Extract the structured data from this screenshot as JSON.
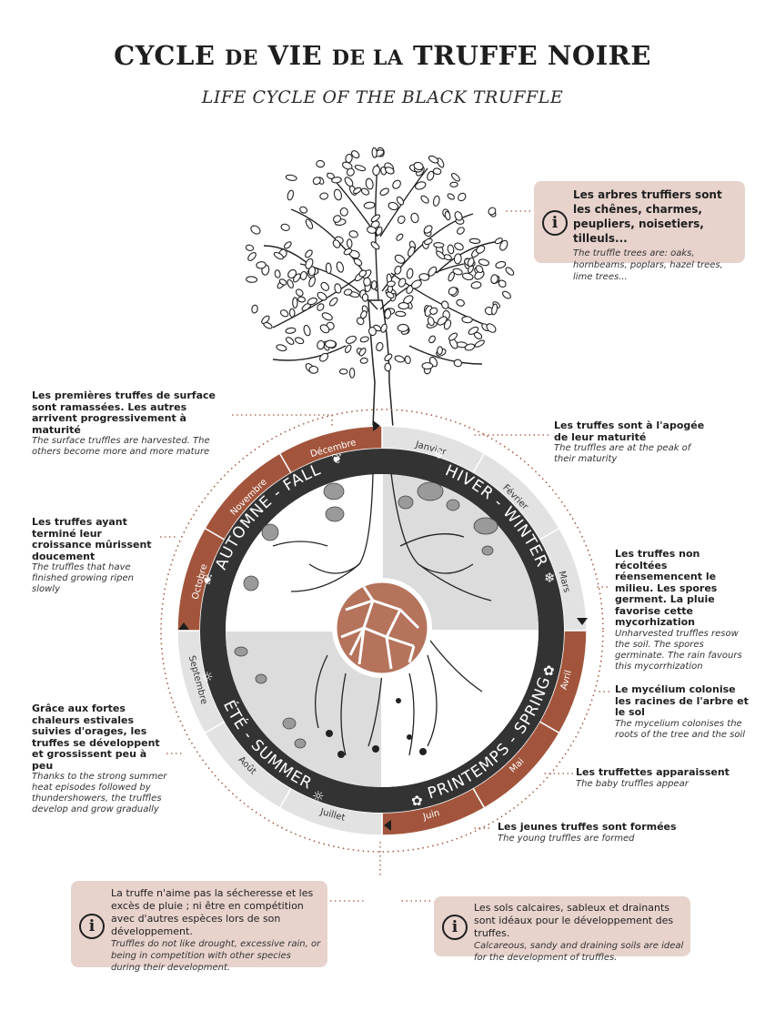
{
  "title": {
    "part1": "CYCLE",
    "part2": "DE",
    "part3": "VIE",
    "part4": "DE LA",
    "part5": "TRUFFE NOIRE"
  },
  "subtitle": "LIFE CYCLE OF THE BLACK TRUFFLE",
  "seasons": {
    "winter": "HIVER - WINTER",
    "spring": "PRINTEMPS - SPRING",
    "summer": "ÉTÉ - SUMMER",
    "fall": "AUTOMNE - FALL"
  },
  "months": [
    "Janvier",
    "Février",
    "Mars",
    "Avril",
    "Mai",
    "Juin",
    "Juillet",
    "Août",
    "Septembre",
    "Octobre",
    "Novembre",
    "Décembre"
  ],
  "notes": {
    "trees": {
      "fr": "Les arbres truffiers sont les chênes, charmes, peupliers, noisetiers, tilleuls...",
      "en": "The truffle trees are: oaks, hornbeams, poplars, hazel trees, lime trees..."
    },
    "december": {
      "fr": "Les premières truffes de surface sont ramassées. Les autres arrivent progressivement à maturité",
      "en": "The surface truffles are harvested. The others become more and more mature"
    },
    "january": {
      "fr": "Les truffes sont à l'apogée de leur maturité",
      "en": "The truffles are at the peak of their maturity"
    },
    "november": {
      "fr": "Les truffes ayant terminé leur croissance mûrissent doucement",
      "en": "The truffles that have finished growing ripen slowly"
    },
    "march": {
      "fr": "Les truffes non récoltées réensemencent le milieu. Les spores germent. La pluie favorise cette mycorhization",
      "en": "Unharvested truffles resow the soil. The spores germinate. The rain favours this mycorrhization"
    },
    "april": {
      "fr": "Le mycélium colonise les racines de l'arbre et le sol",
      "en": "The mycelium colonises the roots of the tree and the soil"
    },
    "summer": {
      "fr": "Grâce aux fortes chaleurs estivales suivies d'orages, les truffes se développent et grossissent peu à peu",
      "en": "Thanks to the strong summer heat episodes followed by thundershowers, the truffles develop and grow gradually"
    },
    "may": {
      "fr": "Les truffettes apparaissent",
      "en": "The baby truffles appear"
    },
    "june": {
      "fr": "Les jeunes truffes sont formées",
      "en": "The young truffles are formed"
    },
    "drought": {
      "fr": "La truffe n'aime pas la sécheresse et les excès de pluie ; ni être en compétition avec d'autres espèces lors de son développement.",
      "en": "Truffles do not like drought, excessive rain, or being in competition with other species during their development."
    },
    "soils": {
      "fr": "Les sols calcaires, sableux et drainants sont idéaux pour le développement des truffes.",
      "en": "Calcareous, sandy and draining soils are ideal for the development of truffles."
    }
  },
  "info_icon": "info-icon",
  "colors": {
    "ring_dark": "#333333",
    "month_rust": "#a2553c",
    "month_light": "#e2e2e2",
    "box_bg": "#e8d3cc",
    "quadrant_grey": "#dcdcdc"
  }
}
